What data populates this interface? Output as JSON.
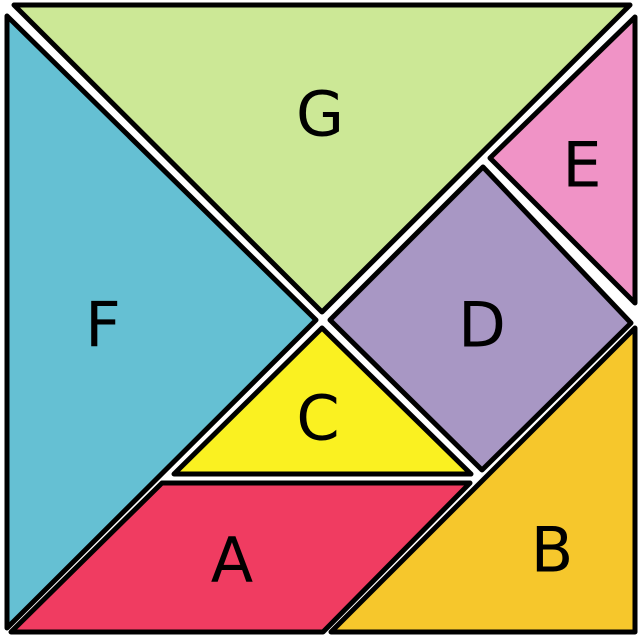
{
  "pieces": {
    "A": {
      "label": "A",
      "color": "#f03c61"
    },
    "B": {
      "label": "B",
      "color": "#f6c72c"
    },
    "C": {
      "label": "C",
      "color": "#faf121"
    },
    "D": {
      "label": "D",
      "color": "#a897c4"
    },
    "E": {
      "label": "E",
      "color": "#f093c6"
    },
    "F": {
      "label": "F",
      "color": "#65c0d3"
    },
    "G": {
      "label": "G",
      "color": "#cce896"
    }
  }
}
